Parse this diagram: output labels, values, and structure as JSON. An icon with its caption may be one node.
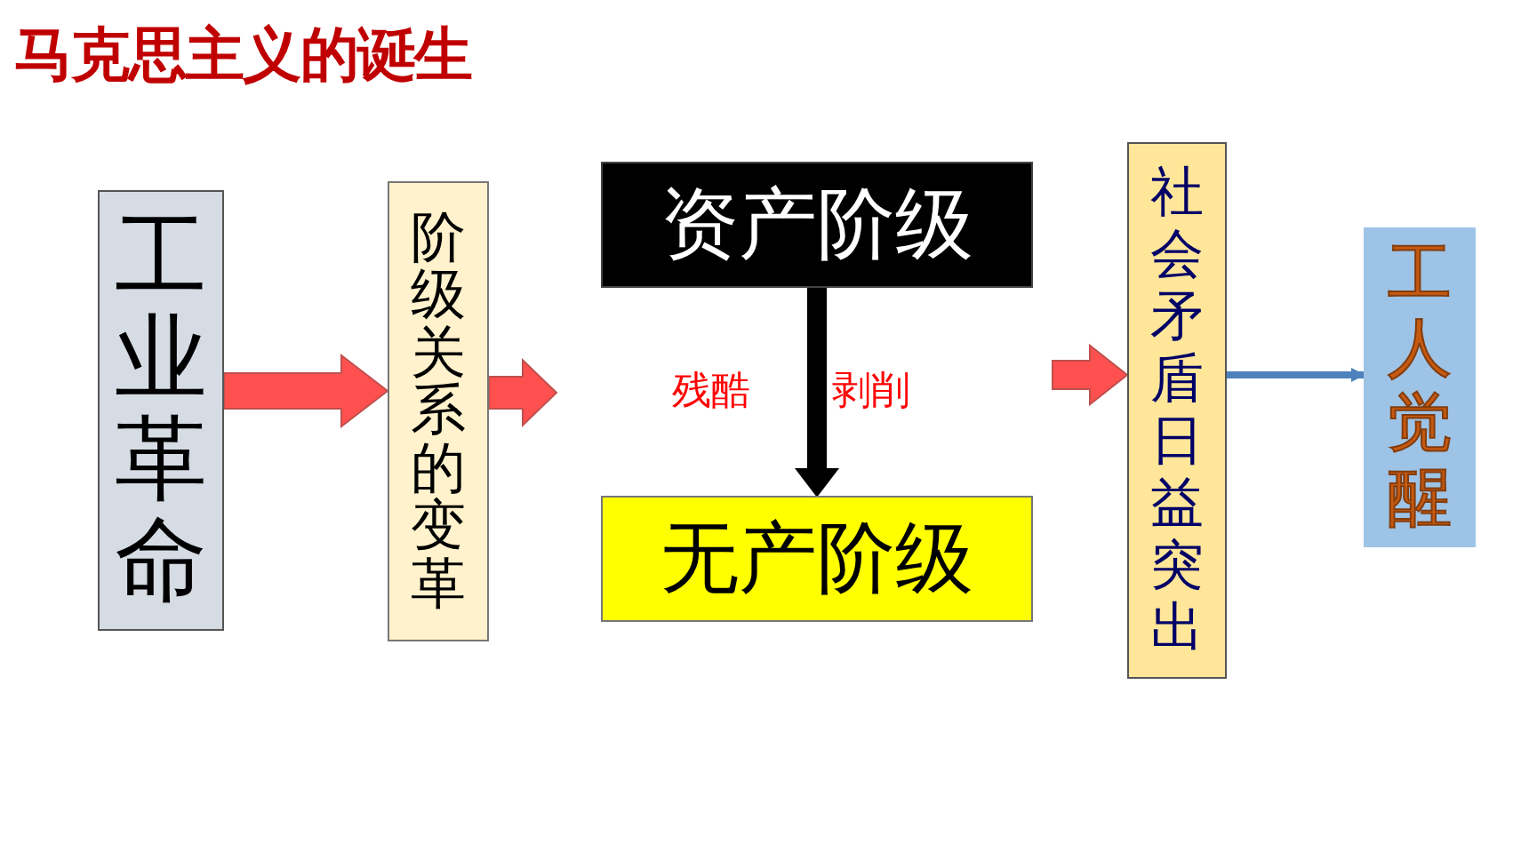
{
  "diagram": {
    "title": "马克思主义的诞生",
    "nodes": [
      {
        "text": [
          "工业革命"
        ]
      },
      {
        "text": [
          "阶级关系的变革"
        ]
      },
      {
        "text": [
          "资产阶级"
        ]
      },
      {
        "text": [
          "无产阶级"
        ]
      },
      {
        "text": [
          "社会矛盾日益突出"
        ]
      },
      {
        "text": [
          "工人觉醒"
        ]
      }
    ],
    "edges": [
      {
        "from": 0,
        "to": 1,
        "arrow": "to",
        "style": "thick"
      },
      {
        "from": 1,
        "to": null,
        "arrow": "to",
        "style": "thick"
      },
      {
        "from": 2,
        "to": 3,
        "arrow": "to",
        "style": "thick",
        "color": "#000000"
      },
      {
        "from": null,
        "to": 4,
        "arrow": "to",
        "style": "thick"
      },
      {
        "from": 4,
        "to": 5,
        "arrow": "to",
        "color": "#4f81bd"
      }
    ],
    "labels": [
      "残酷",
      "剥削"
    ]
  }
}
